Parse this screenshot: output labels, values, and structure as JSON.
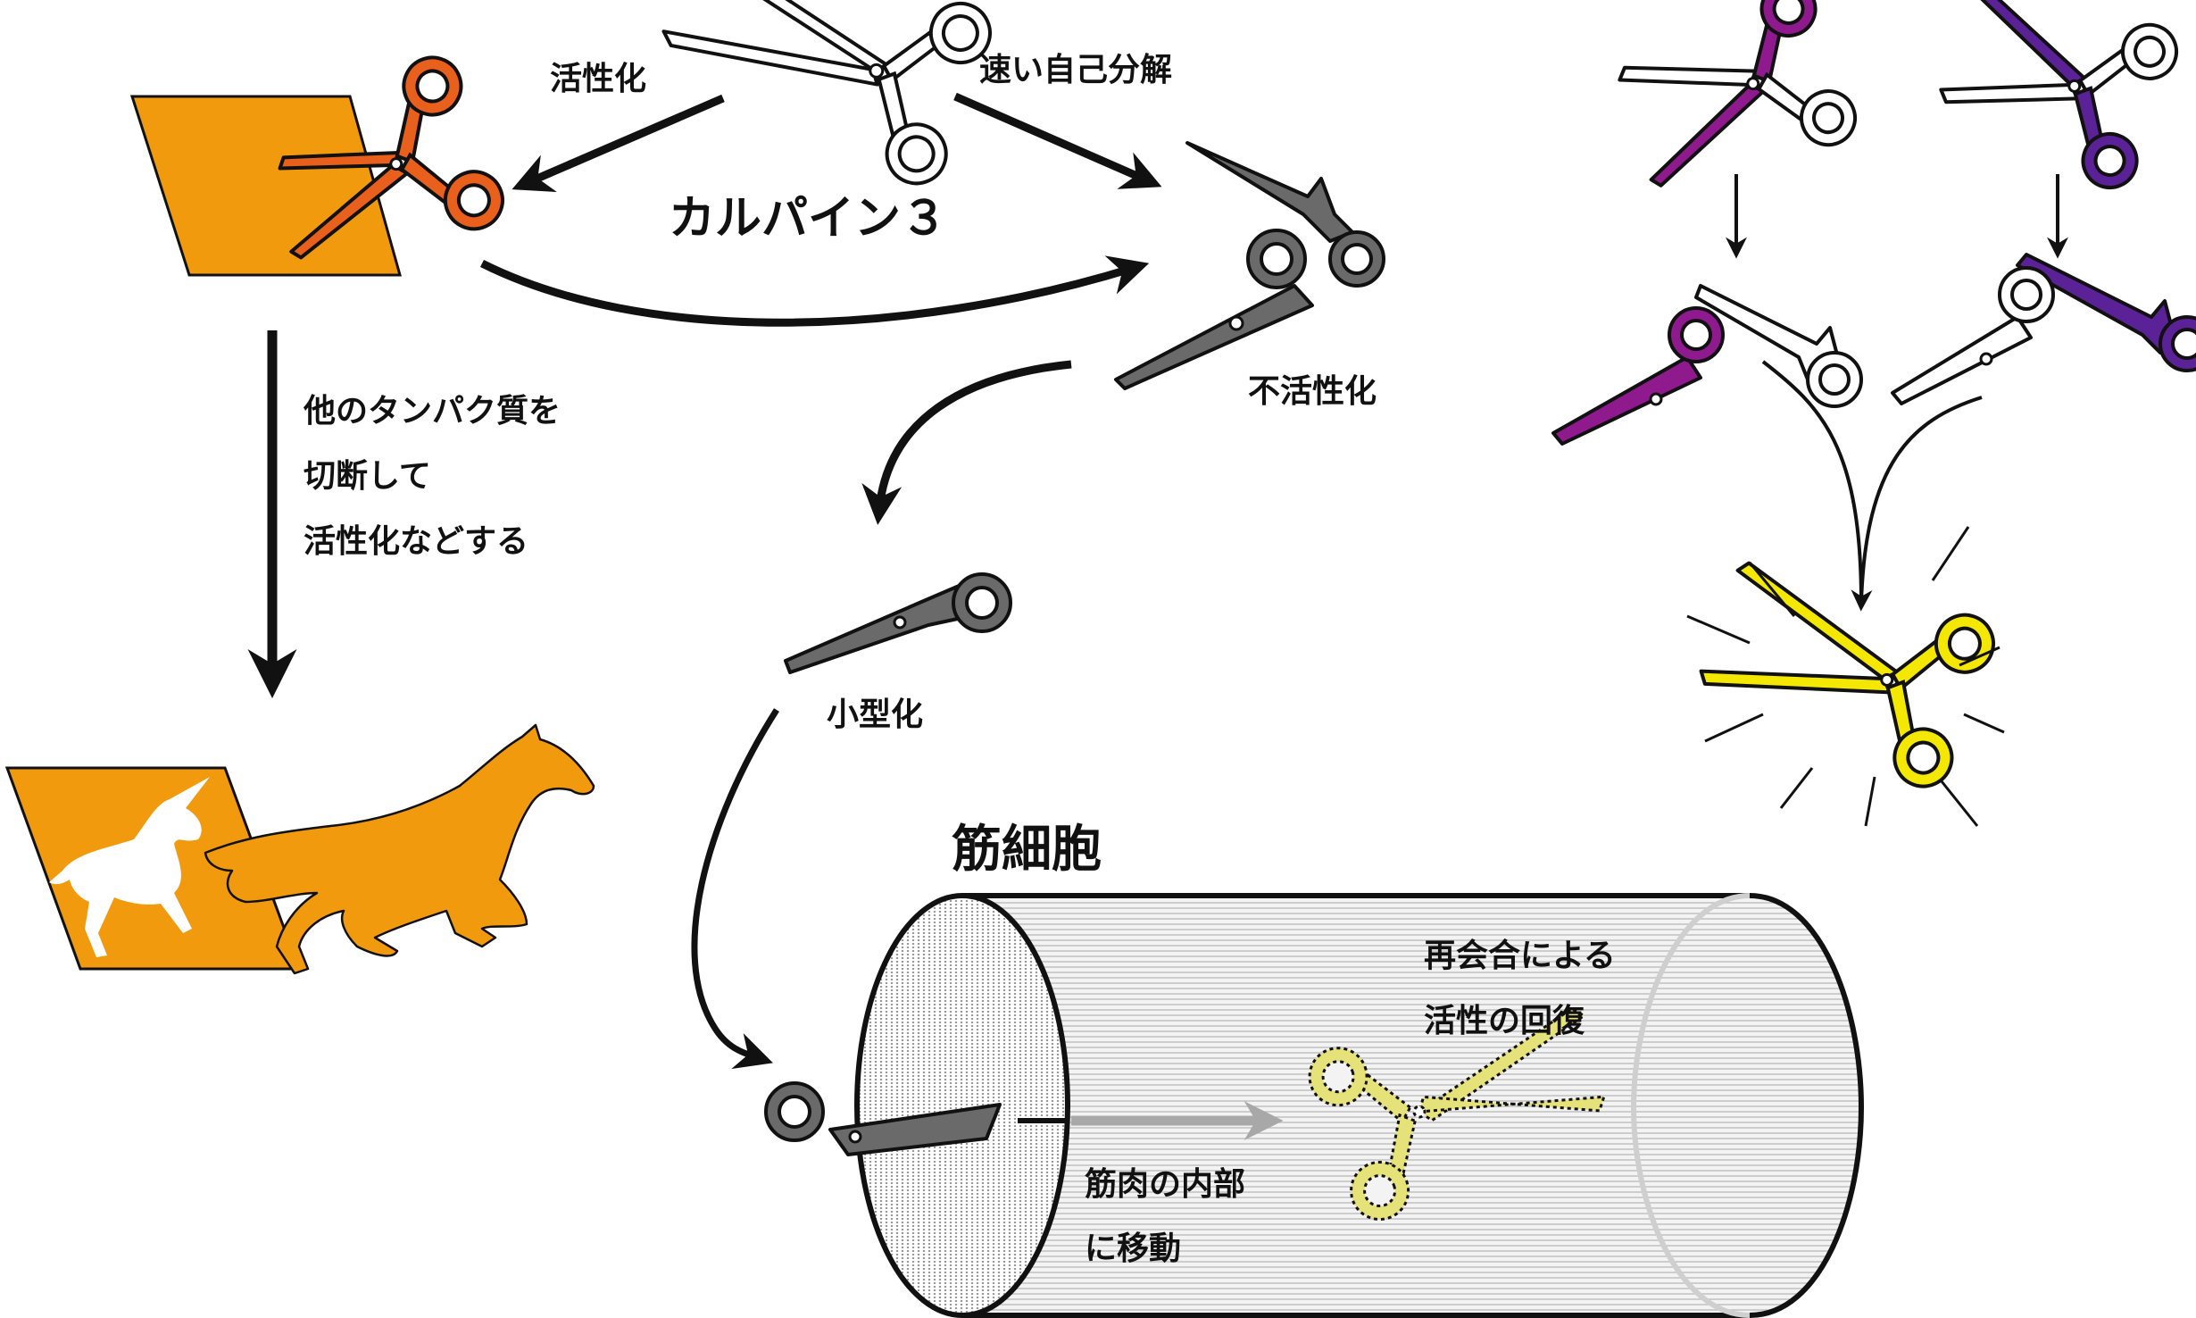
{
  "labels": {
    "calpain3": "カルパイン３",
    "activation": "活性化",
    "fast_autolysis": "速い自己分解",
    "inactivation": "不活性化",
    "cleave_line1": "他のタンパク質を",
    "cleave_line2": "切断して",
    "cleave_line3": "活性化などする",
    "miniaturize": "小型化",
    "muscle_cell": "筋細胞",
    "move_line1": "筋肉の内部",
    "move_line2": "に移動",
    "reassembly_line1": "再会合による",
    "reassembly_line2": "活性の回復"
  },
  "colors": {
    "scissors_white": "#ffffff",
    "scissors_active": "#e8601c",
    "scissors_inactive": "#6a6a6a",
    "scissors_purple_a": "#8e1a8e",
    "scissors_purple_b": "#5b2196",
    "scissors_restored": "#f4e800",
    "scissors_ghost": "#e6e27a",
    "substrate_orange": "#f29a0e",
    "arrow_black": "#111111",
    "arrow_gray": "#a8a8a8"
  },
  "icons": [
    "scissors-icon",
    "horse-icon",
    "unicorn-icon",
    "muscle-cell-cylinder"
  ]
}
